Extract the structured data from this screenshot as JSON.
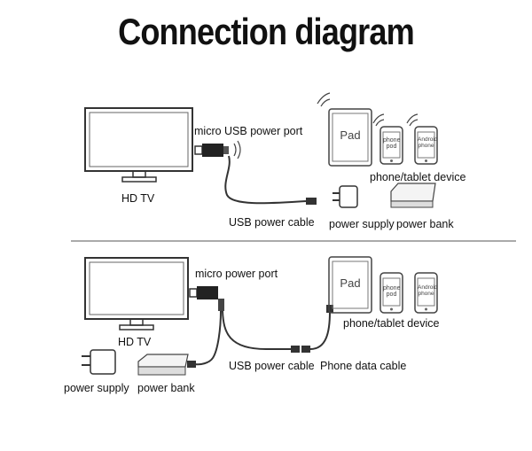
{
  "title": "Connection diagram",
  "top": {
    "tv_label": "HD TV",
    "port_label": "micro USB power port",
    "cable_label": "USB power cable",
    "device_label": "phone/tablet device",
    "supply_label": "power supply",
    "bank_label": "power bank",
    "pad_text": "Pad",
    "phone_pod_text": "phone pod",
    "android_text": "Android phone"
  },
  "bottom": {
    "tv_label": "HD TV",
    "port_label": "micro power port",
    "cable_label": "USB power cable",
    "data_cable_label": "Phone data cable",
    "device_label": "phone/tablet device",
    "supply_label": "power supply",
    "bank_label": "power bank",
    "pad_text": "Pad",
    "phone_pod_text": "phone pod",
    "android_text": "Android phone"
  }
}
